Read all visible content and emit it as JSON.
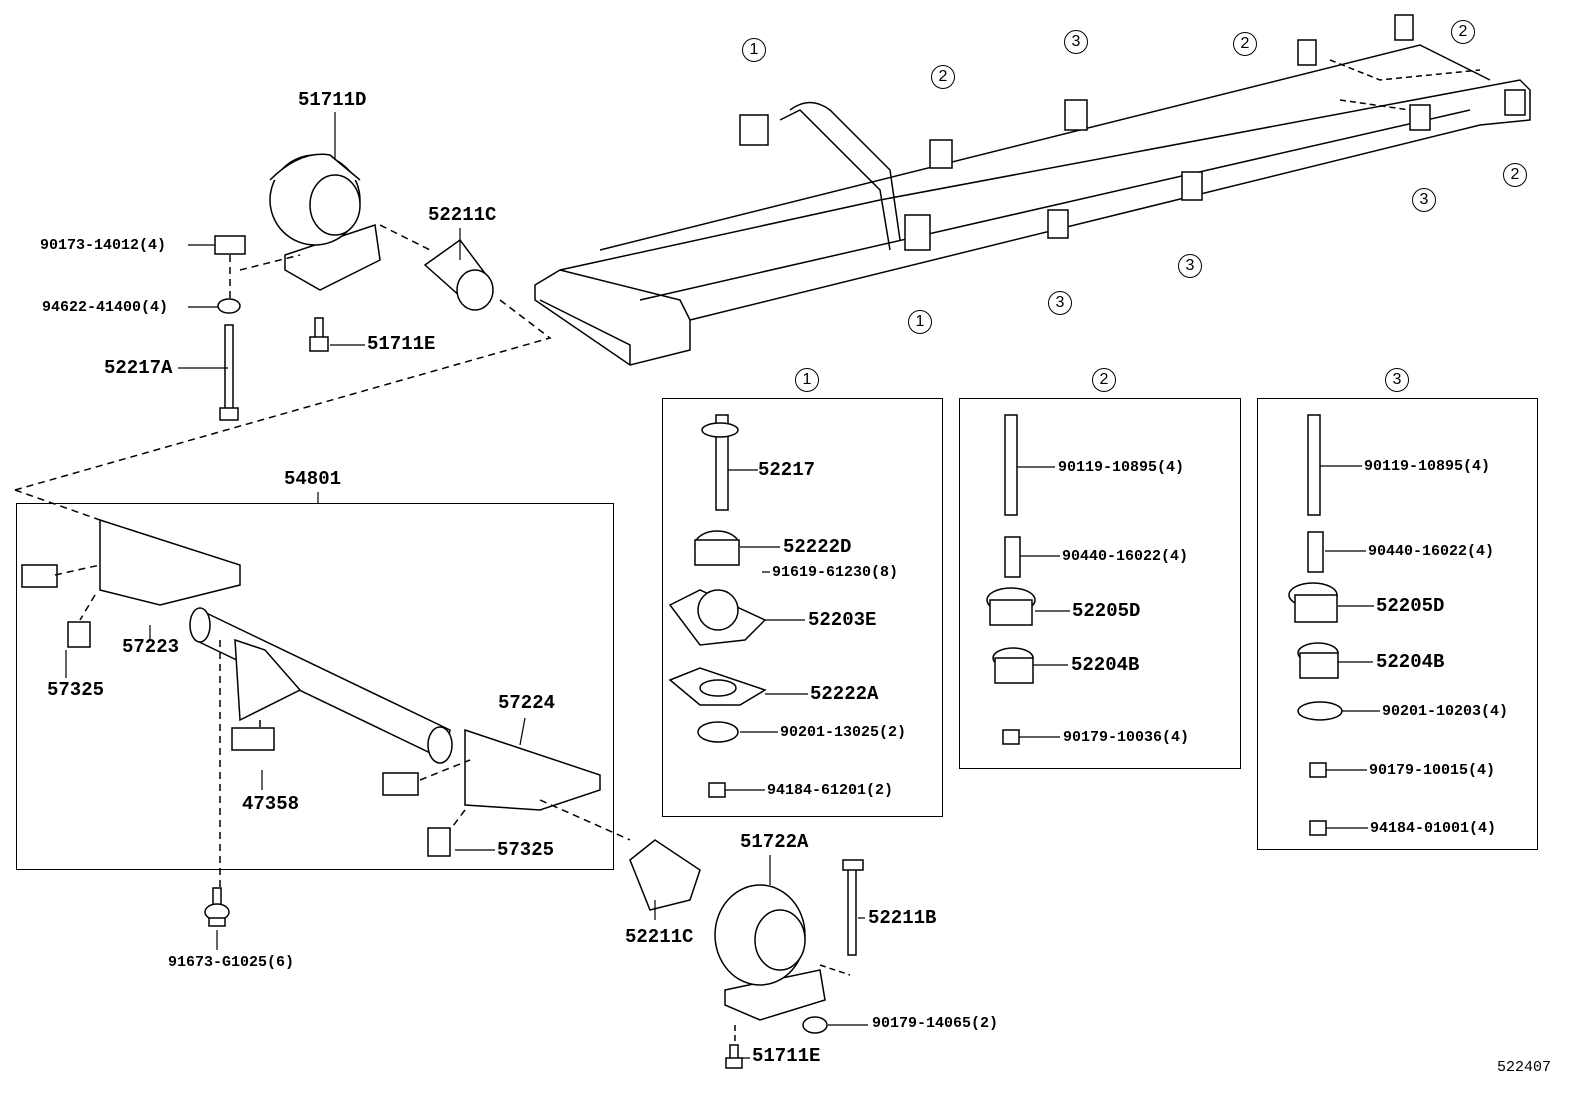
{
  "diagram_id": "522407",
  "groups": {
    "g1": "1",
    "g2": "2",
    "g3": "3"
  },
  "main_labels": {
    "p51711D": "51711D",
    "p52211C_top": "52211C",
    "p90173": "90173-14012(4)",
    "p94622": "94622-41400(4)",
    "p51711E_top": "51711E",
    "p52217A": "52217A",
    "p54801": "54801",
    "p57223": "57223",
    "p57325_left": "57325",
    "p57224": "57224",
    "p47358": "47358",
    "p57325_right": "57325",
    "p51722A": "51722A",
    "p52211C_bottom": "52211C",
    "p52211B": "52211B",
    "p91673": "91673-G1025(6)",
    "p90179_14065": "90179-14065(2)",
    "p51711E_bottom": "51711E"
  },
  "box1": [
    "52217",
    "52222D",
    "91619-61230(8)",
    "52203E",
    "52222A",
    "90201-13025(2)",
    "94184-61201(2)"
  ],
  "box2": [
    "90119-10895(4)",
    "90440-16022(4)",
    "52205D",
    "52204B",
    "90179-10036(4)"
  ],
  "box3": [
    "90119-10895(4)",
    "90440-16022(4)",
    "52205D",
    "52204B",
    "90201-10203(4)",
    "90179-10015(4)",
    "94184-01001(4)"
  ]
}
